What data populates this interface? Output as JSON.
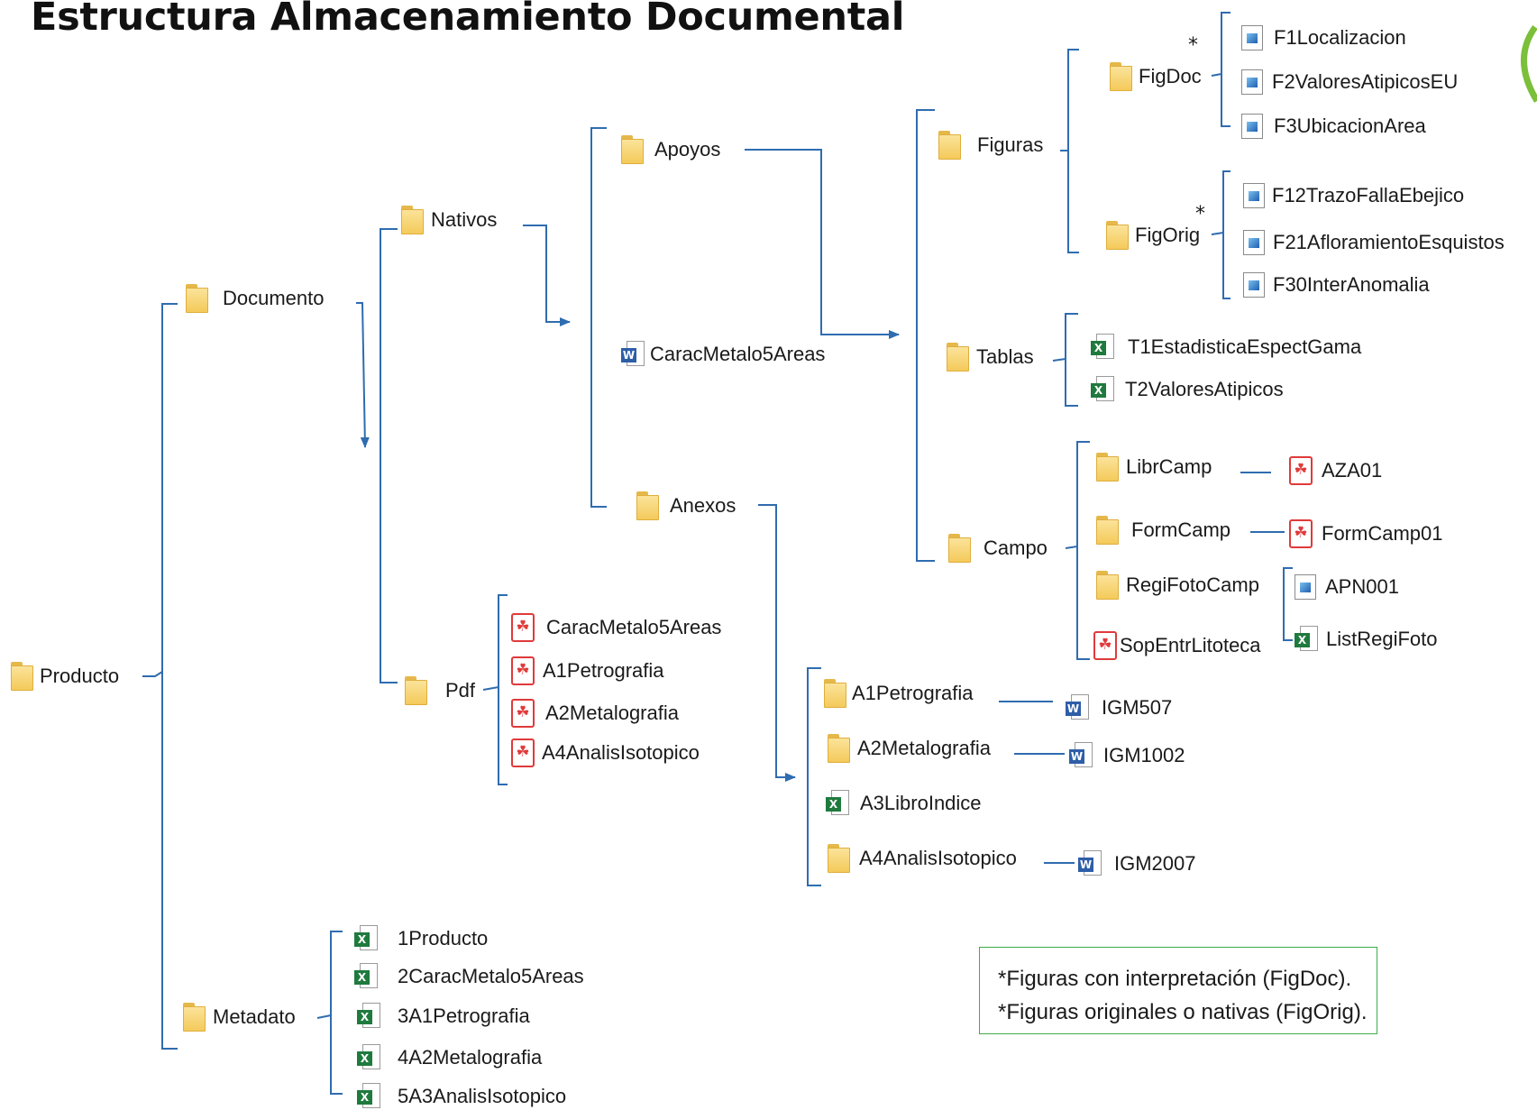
{
  "title": "Estructura Almacenamiento Documental",
  "tree": {
    "root": {
      "label": "Producto",
      "type": "folder"
    },
    "documento": {
      "label": "Documento",
      "type": "folder"
    },
    "metadato": {
      "label": "Metadato",
      "type": "folder"
    },
    "nativos": {
      "label": "Nativos",
      "type": "folder"
    },
    "pdf_folder": {
      "label": "Pdf",
      "type": "folder"
    },
    "apoyos": {
      "label": "Apoyos",
      "type": "folder"
    },
    "carac_doc": {
      "label": "CaracMetalo5Areas",
      "type": "word"
    },
    "anexos": {
      "label": "Anexos",
      "type": "folder"
    },
    "figuras": {
      "label": "Figuras",
      "type": "folder"
    },
    "tablas": {
      "label": "Tablas",
      "type": "folder"
    },
    "campo": {
      "label": "Campo",
      "type": "folder"
    },
    "figdoc": {
      "label": "FigDoc",
      "type": "folder",
      "star": "*"
    },
    "figorig": {
      "label": "FigOrig",
      "type": "folder",
      "star": "*"
    },
    "figdoc_files": [
      {
        "label": "F1Localizacion",
        "type": "image"
      },
      {
        "label": "F2ValoresAtipicosEU",
        "type": "image"
      },
      {
        "label": "F3UbicacionArea",
        "type": "image"
      }
    ],
    "figorig_files": [
      {
        "label": "F12TrazoFallaEbejico",
        "type": "image"
      },
      {
        "label": "F21AfloramientoEsquistos",
        "type": "image"
      },
      {
        "label": "F30InterAnomalia",
        "type": "image"
      }
    ],
    "tablas_files": [
      {
        "label": "T1EstadisticaEspectGama",
        "type": "excel"
      },
      {
        "label": "T2ValoresAtipicos",
        "type": "excel"
      }
    ],
    "librcamp": {
      "label": "LibrCamp",
      "type": "folder"
    },
    "formcamp": {
      "label": "FormCamp",
      "type": "folder"
    },
    "regifotocamp": {
      "label": "RegiFotoCamp",
      "type": "folder"
    },
    "sopentr": {
      "label": "SopEntrLitoteca",
      "type": "pdf"
    },
    "aza01": {
      "label": "AZA01",
      "type": "pdf"
    },
    "formcamp01": {
      "label": "FormCamp01",
      "type": "pdf"
    },
    "apn001": {
      "label": "APN001",
      "type": "image"
    },
    "listregifoto": {
      "label": "ListRegiFoto",
      "type": "excel"
    },
    "pdf_files": [
      {
        "label": "CaracMetalo5Areas",
        "type": "pdf"
      },
      {
        "label": "A1Petrografia",
        "type": "pdf"
      },
      {
        "label": "A2Metalografia",
        "type": "pdf"
      },
      {
        "label": "A4AnalisIsotopico",
        "type": "pdf"
      }
    ],
    "anexos_items": [
      {
        "label": "A1Petrografia",
        "type": "folder"
      },
      {
        "label": "A2Metalografia",
        "type": "folder"
      },
      {
        "label": "A3LibroIndice",
        "type": "excel"
      },
      {
        "label": "A4AnalisIsotopico",
        "type": "folder"
      }
    ],
    "igm": [
      {
        "label": "IGM507",
        "type": "word"
      },
      {
        "label": "IGM1002",
        "type": "word"
      },
      {
        "label": "IGM2007",
        "type": "word"
      }
    ],
    "metadato_files": [
      {
        "label": "1Producto",
        "type": "excel"
      },
      {
        "label": "2CaracMetalo5Areas",
        "type": "excel"
      },
      {
        "label": "3A1Petrografia",
        "type": "excel"
      },
      {
        "label": "4A2Metalografia",
        "type": "excel"
      },
      {
        "label": "5A3AnalisIsotopico",
        "type": "excel"
      }
    ]
  },
  "note": {
    "line1": "*Figuras con interpretación (FigDoc).",
    "line2": "*Figuras originales o nativas (FigOrig)."
  },
  "colors": {
    "connector": "#2f6cb0",
    "folder": "#f4ca5a",
    "word": "#2e5ea8",
    "excel": "#1f7a3e",
    "pdf": "#e03a3a",
    "note_border": "#3fae49",
    "logo_arc": "#7bbf3a"
  },
  "icons": {
    "folder": "folder-icon",
    "word": "word-doc-icon",
    "excel": "excel-sheet-icon",
    "pdf": "pdf-icon",
    "image": "image-file-icon"
  }
}
